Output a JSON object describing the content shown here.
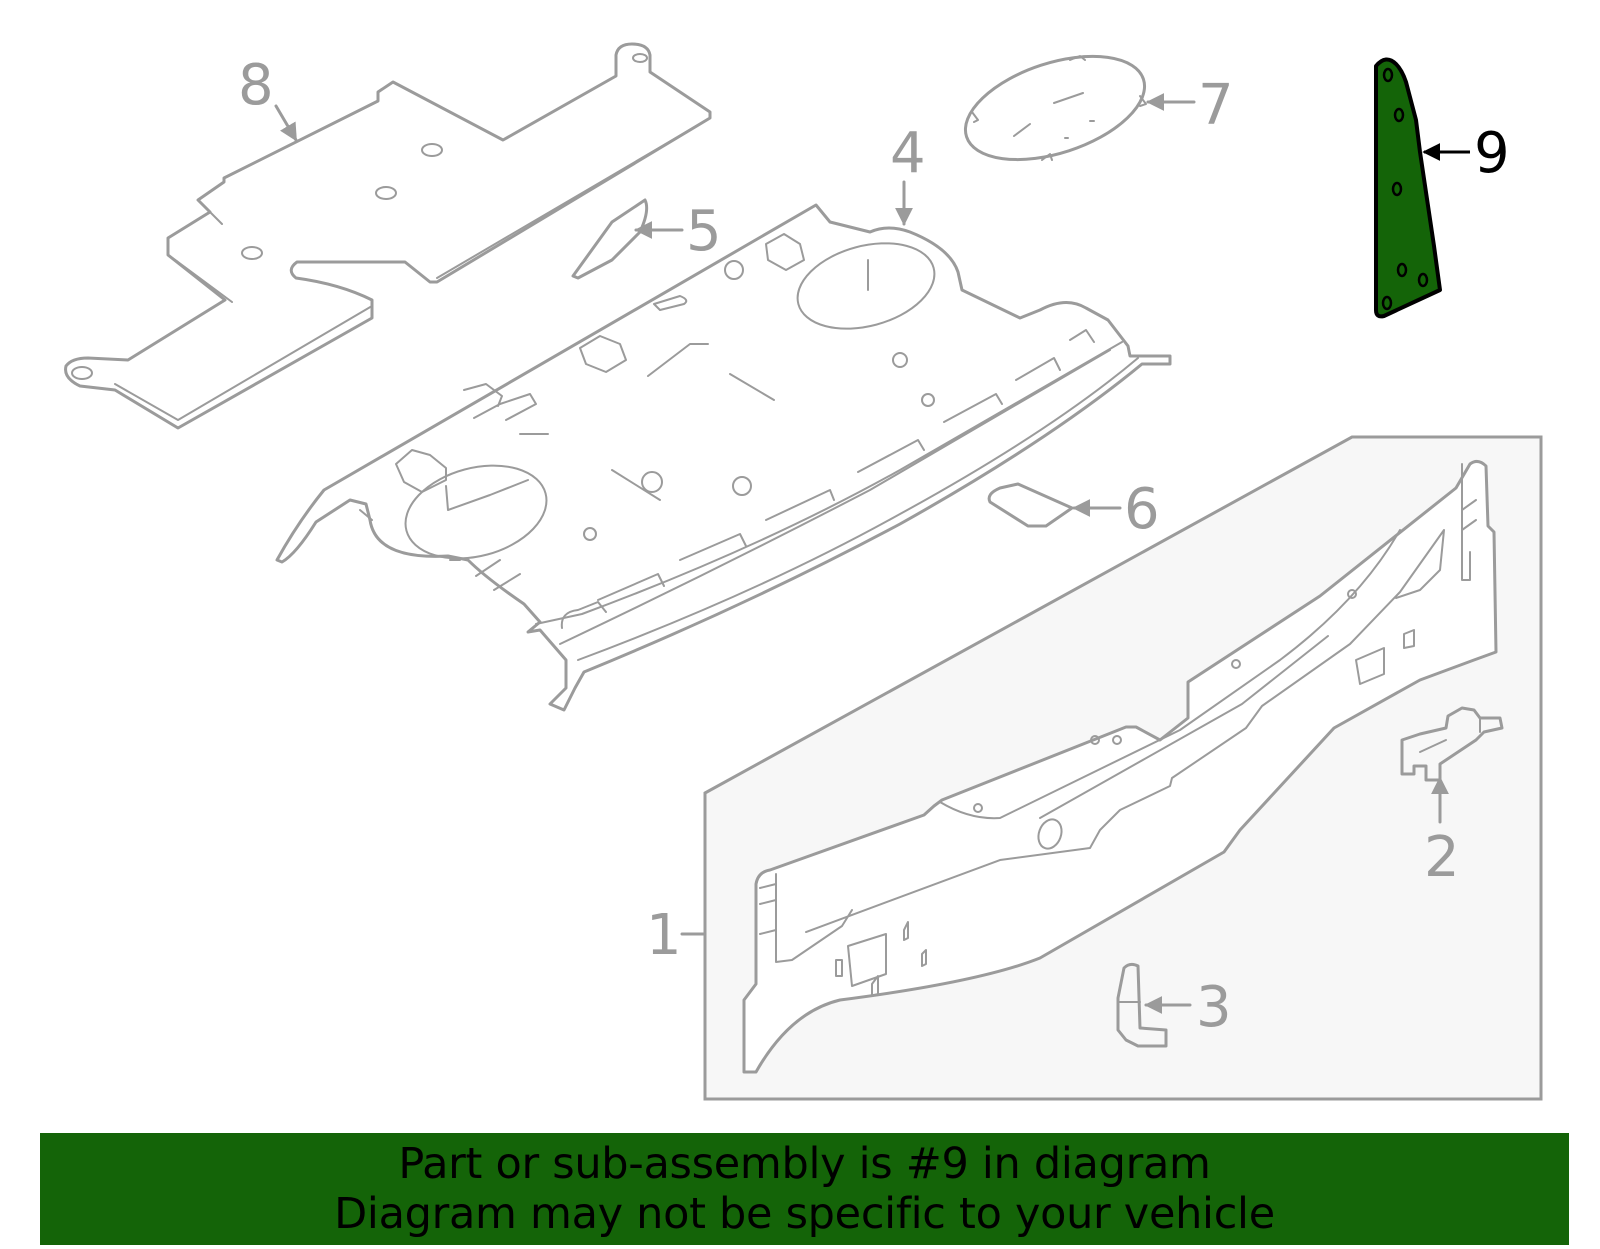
{
  "diagram": {
    "highlighted_part": "9",
    "colors": {
      "line": "#9b9b9b",
      "highlight_fill": "#146408",
      "highlight_stroke": "#000000",
      "inset_background": "#f7f7f7",
      "banner_background": "#146408",
      "banner_text": "#000000"
    },
    "callouts": [
      {
        "number": "1",
        "label": "1"
      },
      {
        "number": "2",
        "label": "2"
      },
      {
        "number": "3",
        "label": "3"
      },
      {
        "number": "4",
        "label": "4"
      },
      {
        "number": "5",
        "label": "5"
      },
      {
        "number": "6",
        "label": "6"
      },
      {
        "number": "7",
        "label": "7"
      },
      {
        "number": "8",
        "label": "8"
      },
      {
        "number": "9",
        "label": "9"
      }
    ]
  },
  "banner": {
    "line1": "Part or sub-assembly is #9 in diagram",
    "line2": "Diagram may not be specific to your vehicle"
  }
}
